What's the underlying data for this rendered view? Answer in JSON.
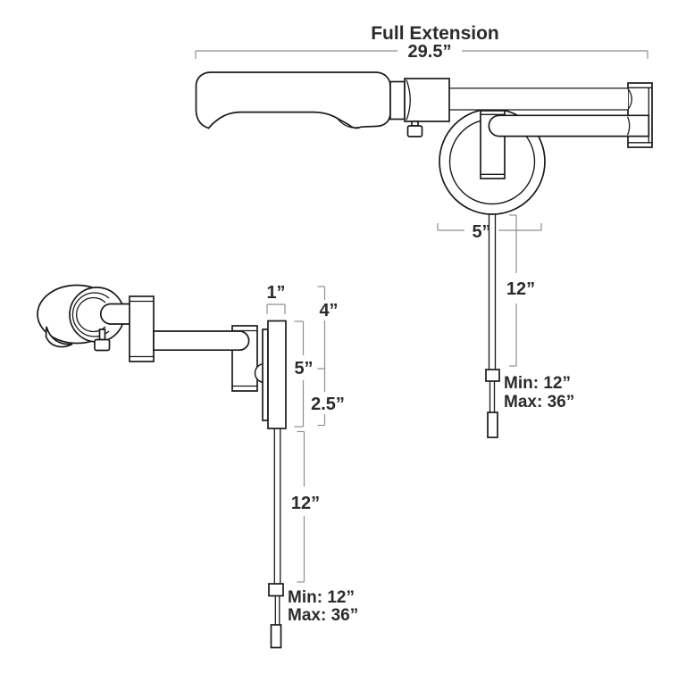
{
  "title": "Full Extension",
  "top_view": {
    "full_extension_in": "29.5”",
    "backplate_in": "5”",
    "cord_in": "12”",
    "cord_min": "Min: 12”",
    "cord_max": "Max: 36”"
  },
  "side_view": {
    "depth_in": "1”",
    "upper_in": "4”",
    "plate_in": "5”",
    "lower_in": "2.5”",
    "cord_in": "12”",
    "cord_min": "Min: 12”",
    "cord_max": "Max: 36”"
  },
  "colors": {
    "background": "#ffffff",
    "drawing_line": "#1a1a1a",
    "dimension_line": "#8f8f8f",
    "text": "#2b2b2b"
  }
}
